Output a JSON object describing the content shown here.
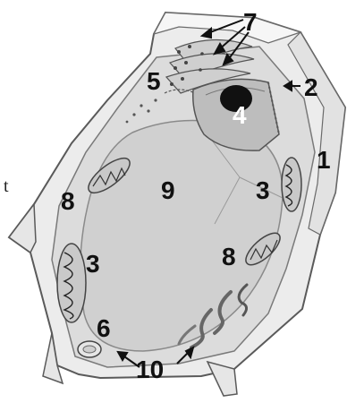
{
  "labels": {
    "l1": "1",
    "l2": "2",
    "l3a": "3",
    "l3b": "3",
    "l4": "4",
    "l5": "5",
    "l6": "6",
    "l7": "7",
    "l8a": "8",
    "l8b": "8",
    "l9": "9",
    "l10": "10"
  },
  "stray_text": "t",
  "colors": {
    "outline": "#5a5a5a",
    "wall_fill": "#ececec",
    "cytoplasm": "#dcdcdc",
    "vacuole": "#d0d0d0",
    "nucleus_fill": "#bdbdbd",
    "nucleolus": "#111111",
    "organelle": "#c9c9c9",
    "label": "#111111"
  }
}
